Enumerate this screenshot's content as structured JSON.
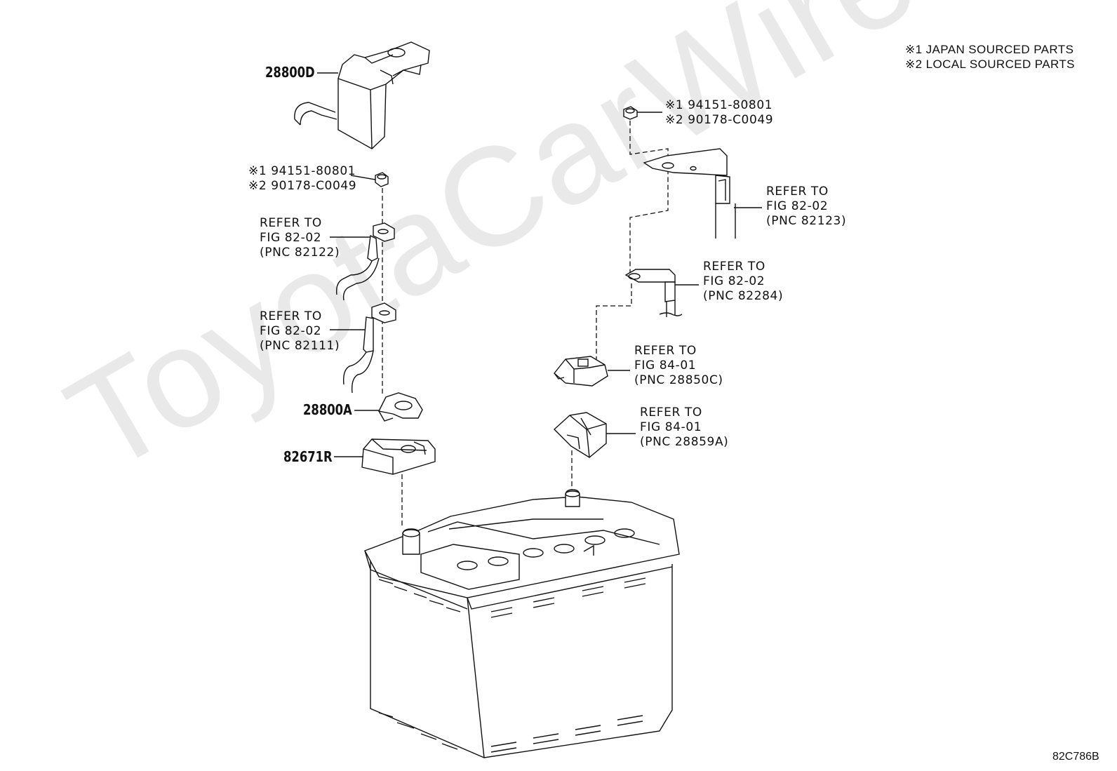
{
  "watermark": "ToyotaCarWire.ru",
  "legend": {
    "line1": "※1 JAPAN SOURCED PARTS",
    "line2": "※2 LOCAL SOURCED PARTS"
  },
  "diagram_code": "82C786B",
  "part_numbers": {
    "p28800D": "28800D",
    "p28800A": "28800A",
    "p82671R": "82671R"
  },
  "nut_left": {
    "line1": "※1 94151-80801",
    "line2": "※2 90178-C0049"
  },
  "nut_right": {
    "line1": "※1 94151-80801",
    "line2": "※2 90178-C0049"
  },
  "refs": {
    "pnc82122": {
      "l1": "REFER TO",
      "l2": "FIG 82-02",
      "l3": "(PNC 82122)"
    },
    "pnc82111": {
      "l1": "REFER TO",
      "l2": "FIG 82-02",
      "l3": "(PNC 82111)"
    },
    "pnc82123": {
      "l1": "REFER TO",
      "l2": "FIG 82-02",
      "l3": "(PNC 82123)"
    },
    "pnc82284": {
      "l1": "REFER TO",
      "l2": "FIG 82-02",
      "l3": "(PNC 82284)"
    },
    "pnc28850C": {
      "l1": "REFER TO",
      "l2": "FIG 84-01",
      "l3": "(PNC 28850C)"
    },
    "pnc28859A": {
      "l1": "REFER TO",
      "l2": "FIG 84-01",
      "l3": "(PNC 28859A)"
    }
  }
}
